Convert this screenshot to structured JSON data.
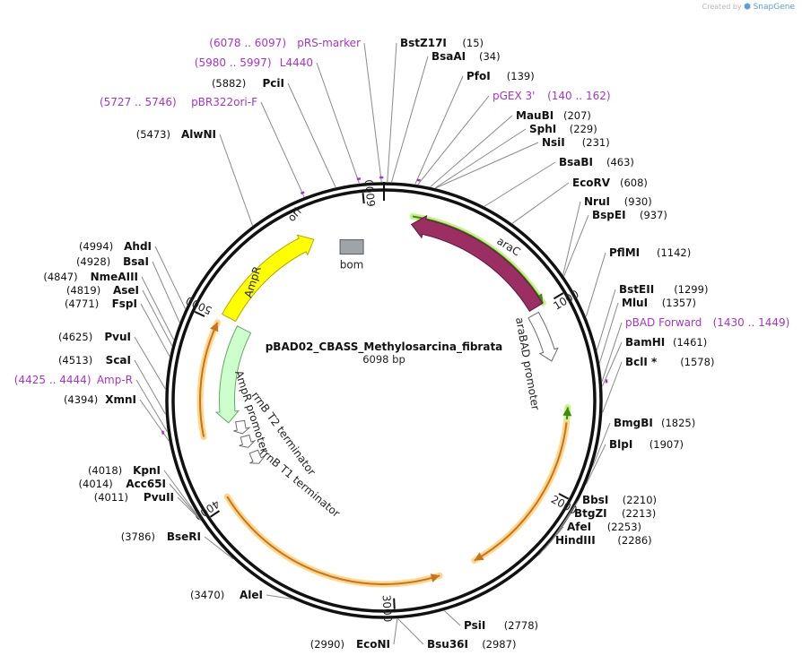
{
  "plasmid": {
    "name": "pBAD02_CBASS_Methylosarcina_fibrata",
    "size_label": "6098 bp",
    "length": 6098
  },
  "brand": {
    "created_by": "Created by",
    "app": "SnapGene"
  },
  "ticks": [
    {
      "pos": 1000,
      "label": "1000"
    },
    {
      "pos": 2000,
      "label": "2000"
    },
    {
      "pos": 3000,
      "label": "3000"
    },
    {
      "pos": 4000,
      "label": "4000"
    },
    {
      "pos": 5000,
      "label": "5000"
    },
    {
      "pos": 6000,
      "label": "6000"
    }
  ],
  "features": [
    {
      "name": "ori",
      "label": "ori",
      "type": "origin",
      "start": 5050,
      "end": 5700,
      "strand": 1,
      "color": "#ffff00"
    },
    {
      "name": "bom",
      "label": "bom",
      "type": "misc",
      "start": 5860,
      "end": 5950,
      "strand": 0,
      "color": "#a0a4a8"
    },
    {
      "name": "araC",
      "label": "araC",
      "type": "cds",
      "start": 150,
      "end": 990,
      "strand": -1,
      "color": "#9b2e62"
    },
    {
      "name": "araBAD-promoter",
      "label": "araBAD promoter",
      "type": "promoter",
      "start": 1020,
      "end": 1300,
      "strand": 1,
      "color": "#ffffff"
    },
    {
      "name": "AmpR",
      "label": "AmpR",
      "type": "cds",
      "start": 4435,
      "end": 5030,
      "strand": -1,
      "color": "#ccffcc"
    },
    {
      "name": "AmpR-promoter",
      "label": "AmpR promoter",
      "type": "promoter",
      "start": 4350,
      "end": 4435,
      "strand": -1,
      "color": "#ffffff"
    },
    {
      "name": "rrnB-T2-terminator",
      "label": "rrnB T2 terminator",
      "type": "terminator",
      "start": 4250,
      "end": 4330,
      "strand": -1,
      "color": "#ffffff"
    },
    {
      "name": "rrnB-T1-terminator",
      "label": "rrnB T1 terminator",
      "type": "terminator",
      "start": 4120,
      "end": 4210,
      "strand": -1,
      "color": "#ffffff"
    }
  ],
  "orfs": [
    {
      "start": 1560,
      "end": 2260,
      "strand": -1,
      "style": "green"
    },
    {
      "start": 150,
      "end": 990,
      "strand": 1,
      "style": "green"
    },
    {
      "start": 1640,
      "end": 2550,
      "strand": 1,
      "style": "orange"
    },
    {
      "start": 2750,
      "end": 4040,
      "strand": -1,
      "style": "orange"
    },
    {
      "start": 4380,
      "end": 5000,
      "strand": 1,
      "style": "orange"
    }
  ],
  "sites": [
    {
      "name": "BstZ17I",
      "position": "(15)",
      "pos": 15,
      "kind": "enzyme",
      "side": "right"
    },
    {
      "name": "BsaAI",
      "position": "(34)",
      "pos": 34,
      "kind": "enzyme",
      "side": "right"
    },
    {
      "name": "PfoI",
      "position": "(139)",
      "pos": 139,
      "kind": "enzyme",
      "side": "right"
    },
    {
      "name": "pGEX 3'",
      "position": "(140 .. 162)",
      "pos": 151,
      "kind": "primer",
      "side": "right"
    },
    {
      "name": "MauBI",
      "position": "(207)",
      "pos": 207,
      "kind": "enzyme",
      "side": "right"
    },
    {
      "name": "SphI",
      "position": "(229)",
      "pos": 229,
      "kind": "enzyme",
      "side": "right"
    },
    {
      "name": "NsiI",
      "position": "(231)",
      "pos": 231,
      "kind": "enzyme",
      "side": "right"
    },
    {
      "name": "BsaBI",
      "position": "(463)",
      "pos": 463,
      "kind": "enzyme",
      "side": "right"
    },
    {
      "name": "EcoRV",
      "position": "(608)",
      "pos": 608,
      "kind": "enzyme",
      "side": "right"
    },
    {
      "name": "NruI",
      "position": "(930)",
      "pos": 930,
      "kind": "enzyme",
      "side": "right"
    },
    {
      "name": "BspEI",
      "position": "(937)",
      "pos": 937,
      "kind": "enzyme",
      "side": "right"
    },
    {
      "name": "PflMI",
      "position": "(1142)",
      "pos": 1142,
      "kind": "enzyme",
      "side": "right"
    },
    {
      "name": "BstEII",
      "position": "(1299)",
      "pos": 1299,
      "kind": "enzyme",
      "side": "right"
    },
    {
      "name": "MluI",
      "position": "(1357)",
      "pos": 1357,
      "kind": "enzyme",
      "side": "right"
    },
    {
      "name": "pBAD Forward",
      "position": "(1430 .. 1449)",
      "pos": 1440,
      "kind": "primer",
      "side": "right"
    },
    {
      "name": "BamHI",
      "position": "(1461)",
      "pos": 1461,
      "kind": "enzyme",
      "side": "right"
    },
    {
      "name": "BclI *",
      "position": "(1578)",
      "pos": 1578,
      "kind": "enzyme",
      "side": "right"
    },
    {
      "name": "BmgBI",
      "position": "(1825)",
      "pos": 1825,
      "kind": "enzyme",
      "side": "right"
    },
    {
      "name": "BlpI",
      "position": "(1907)",
      "pos": 1907,
      "kind": "enzyme",
      "side": "right"
    },
    {
      "name": "BbsI",
      "position": "(2210)",
      "pos": 2210,
      "kind": "enzyme",
      "side": "right"
    },
    {
      "name": "BtgZI",
      "position": "(2213)",
      "pos": 2213,
      "kind": "enzyme",
      "side": "right"
    },
    {
      "name": "AfeI",
      "position": "(2253)",
      "pos": 2253,
      "kind": "enzyme",
      "side": "right"
    },
    {
      "name": "HindIII",
      "position": "(2286)",
      "pos": 2286,
      "kind": "enzyme",
      "side": "right"
    },
    {
      "name": "PsiI",
      "position": "(2778)",
      "pos": 2778,
      "kind": "enzyme",
      "side": "right"
    },
    {
      "name": "Bsu36I",
      "position": "(2987)",
      "pos": 2987,
      "kind": "enzyme",
      "side": "right"
    },
    {
      "name": "EcoNI",
      "position": "(2990)",
      "pos": 2990,
      "kind": "enzyme",
      "side": "left"
    },
    {
      "name": "AleI",
      "position": "(3470)",
      "pos": 3470,
      "kind": "enzyme",
      "side": "left"
    },
    {
      "name": "BseRI",
      "position": "(3786)",
      "pos": 3786,
      "kind": "enzyme",
      "side": "left"
    },
    {
      "name": "PvuII",
      "position": "(4011)",
      "pos": 4011,
      "kind": "enzyme",
      "side": "left"
    },
    {
      "name": "Acc65I",
      "position": "(4014)",
      "pos": 4014,
      "kind": "enzyme",
      "side": "left"
    },
    {
      "name": "KpnI",
      "position": "(4018)",
      "pos": 4018,
      "kind": "enzyme",
      "side": "left"
    },
    {
      "name": "XmnI",
      "position": "(4394)",
      "pos": 4394,
      "kind": "enzyme",
      "side": "left"
    },
    {
      "name": "Amp-R",
      "position": "(4425 .. 4444)",
      "pos": 4434,
      "kind": "primer",
      "side": "left"
    },
    {
      "name": "ScaI",
      "position": "(4513)",
      "pos": 4513,
      "kind": "enzyme",
      "side": "left"
    },
    {
      "name": "PvuI",
      "position": "(4625)",
      "pos": 4625,
      "kind": "enzyme",
      "side": "left"
    },
    {
      "name": "FspI",
      "position": "(4771)",
      "pos": 4771,
      "kind": "enzyme",
      "side": "left"
    },
    {
      "name": "AseI",
      "position": "(4819)",
      "pos": 4819,
      "kind": "enzyme",
      "side": "left"
    },
    {
      "name": "NmeAIII",
      "position": "(4847)",
      "pos": 4847,
      "kind": "enzyme",
      "side": "left"
    },
    {
      "name": "BsaI",
      "position": "(4928)",
      "pos": 4928,
      "kind": "enzyme",
      "side": "left"
    },
    {
      "name": "AhdI",
      "position": "(4994)",
      "pos": 4994,
      "kind": "enzyme",
      "side": "left"
    },
    {
      "name": "AlwNI",
      "position": "(5473)",
      "pos": 5473,
      "kind": "enzyme",
      "side": "left"
    },
    {
      "name": "pBR322ori-F",
      "position": "(5727 .. 5746)",
      "pos": 5736,
      "kind": "primer",
      "side": "left"
    },
    {
      "name": "PciI",
      "position": "(5882)",
      "pos": 5882,
      "kind": "enzyme",
      "side": "left"
    },
    {
      "name": "L4440",
      "position": "(5980 .. 5997)",
      "pos": 5988,
      "kind": "primer",
      "side": "left"
    },
    {
      "name": "pRS-marker",
      "position": "(6078 .. 6097)",
      "pos": 6087,
      "kind": "primer",
      "side": "left"
    }
  ]
}
